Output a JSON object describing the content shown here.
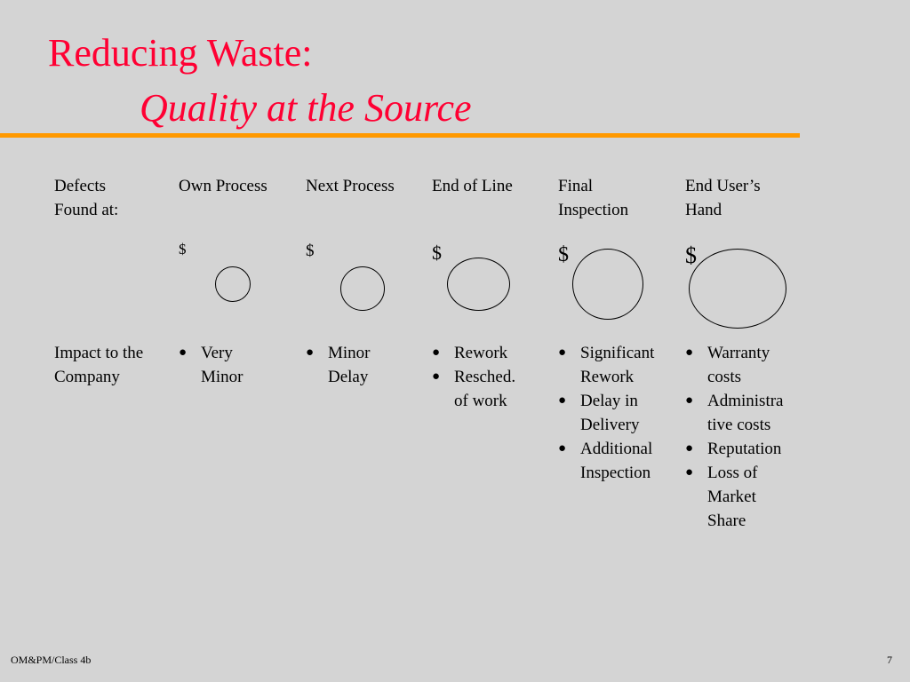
{
  "title": {
    "line1": "Reducing Waste:",
    "line2": "Quality at the Source"
  },
  "colors": {
    "title": "#ff0033",
    "divider": "#ff9900",
    "background": "#d4d4d4"
  },
  "row_labels": {
    "defects": [
      "Defects",
      "Found at:"
    ],
    "impact": [
      "Impact to the",
      "Company"
    ]
  },
  "columns": [
    {
      "header": [
        "Own Process"
      ],
      "cost_symbol": "$",
      "impacts": [
        "Very Minor"
      ]
    },
    {
      "header": [
        "Next Process"
      ],
      "cost_symbol": "$",
      "impacts": [
        "Minor Delay"
      ]
    },
    {
      "header": [
        "End of Line"
      ],
      "cost_symbol": "$",
      "impacts": [
        "Rework",
        "Resched. of work"
      ]
    },
    {
      "header": [
        "Final",
        "Inspection"
      ],
      "cost_symbol": "$",
      "impacts": [
        "Significant Rework",
        "Delay in Delivery",
        "Additional Inspection"
      ]
    },
    {
      "header": [
        "End User’s",
        "Hand"
      ],
      "cost_symbol": "$",
      "impacts": [
        "Warranty costs",
        "Administra tive costs",
        "Reputation",
        "Loss of Market Share"
      ]
    }
  ],
  "bullet_glyph": "●",
  "footer": {
    "left": "OM&PM/Class 4b",
    "page_number": "7"
  }
}
